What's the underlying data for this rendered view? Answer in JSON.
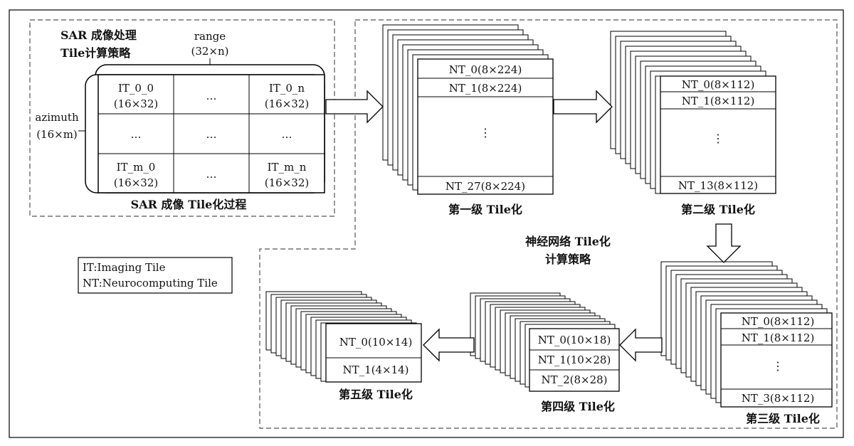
{
  "sar_region": {
    "title_line1": "SAR 成像处理",
    "title_line2": "Tile计算策略",
    "range_label": "range",
    "range_size": "(32×n)",
    "azimuth_label": "azimuth",
    "azimuth_size": "(16×m)",
    "grid": [
      [
        {
          "l1": "IT_0_0",
          "l2": "(16×32)"
        },
        {
          "l1": "…",
          "l2": ""
        },
        {
          "l1": "IT_0_n",
          "l2": "(16×32)"
        }
      ],
      [
        {
          "l1": "…",
          "l2": ""
        },
        {
          "l1": "…",
          "l2": ""
        },
        {
          "l1": "…",
          "l2": ""
        }
      ],
      [
        {
          "l1": "IT_m_0",
          "l2": "(16×32)"
        },
        {
          "l1": "…",
          "l2": ""
        },
        {
          "l1": "IT_m_n",
          "l2": "(16×32)"
        }
      ]
    ],
    "caption": "SAR 成像 Tile化过程"
  },
  "legend": {
    "it": "IT:Imaging Tile",
    "nt": "NT:Neurocomputing Tile"
  },
  "nn_region": {
    "title_line1": "神经网络 Tile化",
    "title_line2": "计算策略"
  },
  "levels": {
    "l1": {
      "caption": "第一级 Tile化",
      "rows": [
        "NT_0(8×224)",
        "NT_1(8×224)",
        "⋮",
        "NT_27(8×224)"
      ]
    },
    "l2": {
      "caption": "第二级 Tile化",
      "rows": [
        "NT_0(8×112)",
        "NT_1(8×112)",
        "⋮",
        "NT_13(8×112)"
      ]
    },
    "l3": {
      "caption": "第三级 Tile化",
      "rows": [
        "NT_0(8×112)",
        "NT_1(8×112)",
        "⋮",
        "NT_3(8×112)"
      ]
    },
    "l4": {
      "caption": "第四级 Tile化",
      "rows": [
        "NT_0(10×18)",
        "NT_1(10×28)",
        "NT_2(8×28)"
      ]
    },
    "l5": {
      "caption": "第五级 Tile化",
      "rows": [
        "NT_0(10×14)",
        "NT_1(4×14)"
      ]
    }
  }
}
